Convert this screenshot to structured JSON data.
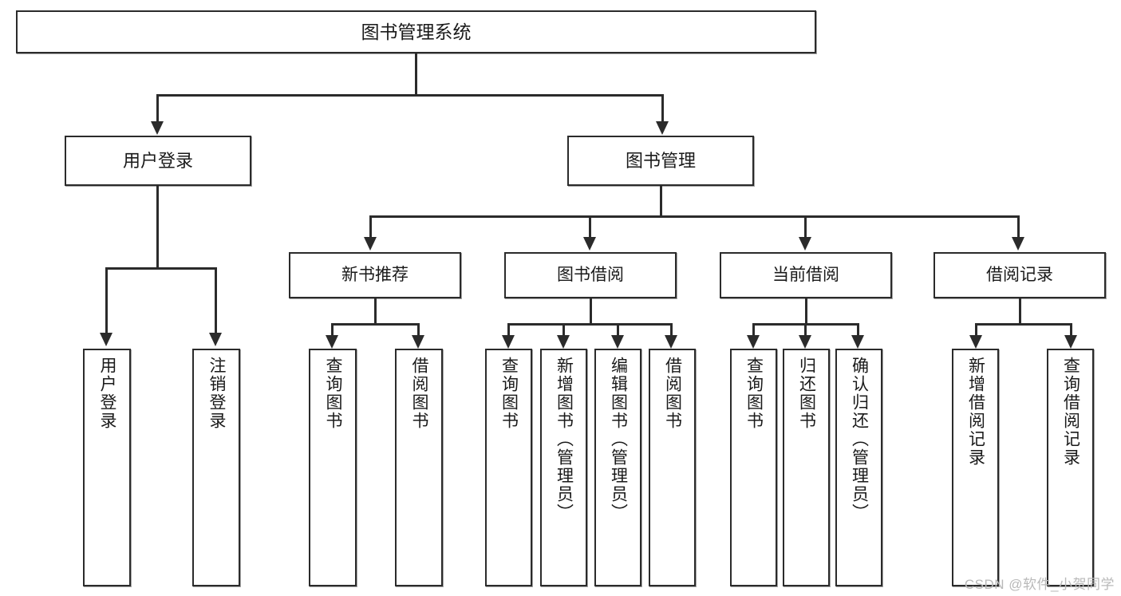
{
  "diagram": {
    "type": "tree-hierarchy",
    "title": "图书管理系统",
    "watermark": "CSDN @软件_小贺同学",
    "colors": {
      "stroke": "#2b2b2b",
      "fill": "#ffffff",
      "text": "#1a1a1a",
      "watermark": "#b9b9b9"
    },
    "root": {
      "label": "图书管理系统"
    },
    "level1": [
      {
        "label": "用户登录"
      },
      {
        "label": "图书管理"
      }
    ],
    "level2": [
      {
        "label": "新书推荐"
      },
      {
        "label": "图书借阅"
      },
      {
        "label": "当前借阅"
      },
      {
        "label": "借阅记录"
      }
    ],
    "leaves": {
      "user_login": [
        {
          "label": "用户登录"
        },
        {
          "label": "注销登录"
        }
      ],
      "new_book": [
        {
          "label": "查询图书"
        },
        {
          "label": "借阅图书"
        }
      ],
      "book_borrow": [
        {
          "label": "查询图书"
        },
        {
          "label": "新增图书（管理员）"
        },
        {
          "label": "编辑图书（管理员）"
        },
        {
          "label": "借阅图书"
        }
      ],
      "current_borrow": [
        {
          "label": "查询图书"
        },
        {
          "label": "归还图书"
        },
        {
          "label": "确认归还（管理员）"
        }
      ],
      "borrow_record": [
        {
          "label": "新增借阅记录"
        },
        {
          "label": "查询借阅记录"
        }
      ]
    }
  }
}
